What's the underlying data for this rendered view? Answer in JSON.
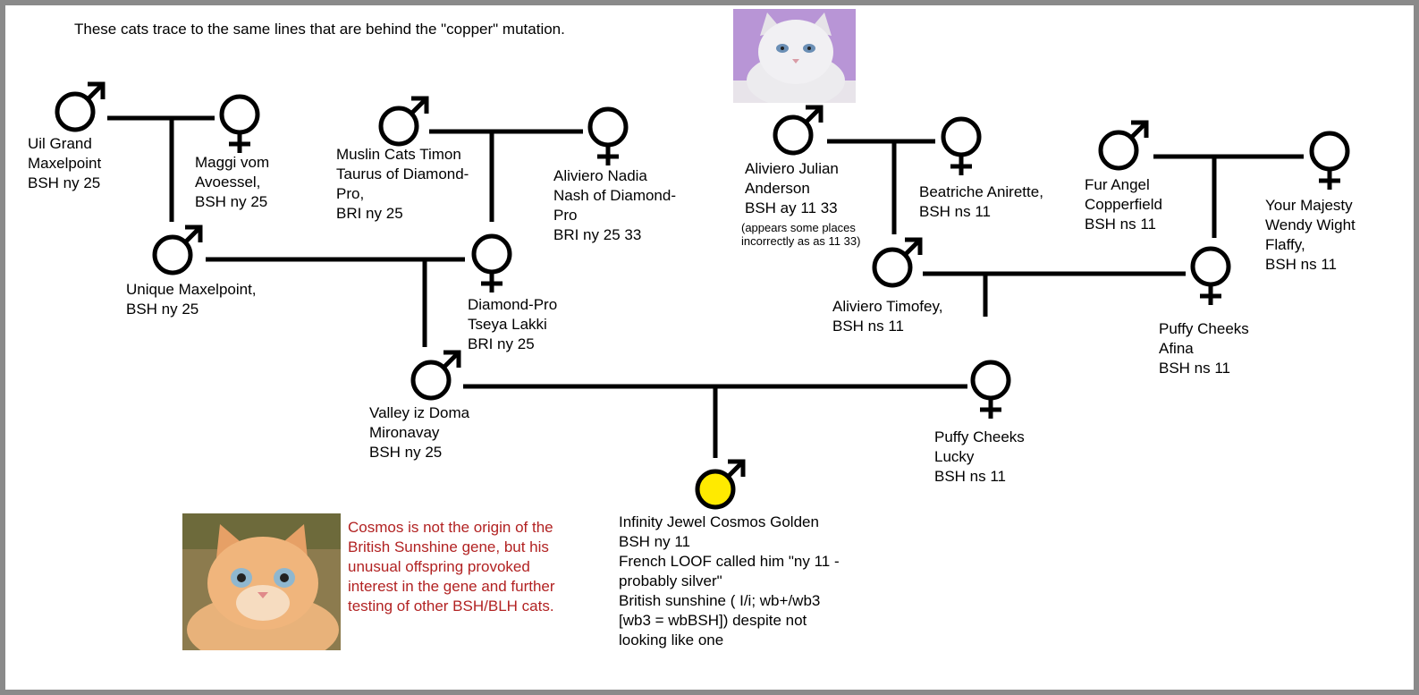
{
  "note": {
    "lines": [
      "These cats trace to the",
      "same lines that are behind",
      "the \"copper\" mutation."
    ]
  },
  "cats": {
    "uil": {
      "lines": [
        "Uil Grand",
        "Maxelpoint",
        "BSH ny 25"
      ]
    },
    "maggi": {
      "lines": [
        "Maggi vom",
        "Avoessel,",
        "BSH ny 25"
      ]
    },
    "unique": {
      "lines": [
        "Unique Maxelpoint,",
        "BSH ny 25"
      ]
    },
    "timon": {
      "lines": [
        "Muslin Cats Timon",
        "Taurus of Diamond-",
        "Pro,",
        "BRI ny 25"
      ]
    },
    "nadia": {
      "lines": [
        "Aliviero Nadia",
        "Nash of Diamond-",
        "Pro",
        "BRI ny 25 33"
      ]
    },
    "tseya": {
      "lines": [
        "Diamond-Pro",
        "Tseya Lakki",
        "BRI ny 25"
      ]
    },
    "valley": {
      "lines": [
        "Valley iz Doma",
        "Mironavay",
        "BSH ny 25"
      ]
    },
    "julian": {
      "lines": [
        "Aliviero Julian",
        "Anderson",
        "BSH ay 11 33"
      ]
    },
    "julian_note": {
      "lines": [
        "(appears some places",
        "incorrectly as as 11 33)"
      ]
    },
    "beatriche": {
      "lines": [
        "Beatriche Anirette,",
        "BSH ns 11"
      ]
    },
    "timofey": {
      "lines": [
        "Aliviero Timofey,",
        "BSH ns 11"
      ]
    },
    "fur": {
      "lines": [
        "Fur Angel",
        "Copperfield",
        "BSH ns 11"
      ]
    },
    "wendy": {
      "lines": [
        "Your Majesty",
        "Wendy Wight",
        "Flaffy,",
        "BSH ns 11"
      ]
    },
    "afina": {
      "lines": [
        "Puffy Cheeks",
        "Afina",
        "BSH ns 11"
      ]
    },
    "lucky": {
      "lines": [
        "Puffy Cheeks",
        "Lucky",
        "BSH ns 11"
      ]
    },
    "cosmos": {
      "lines": [
        "Infinity Jewel Cosmos Golden",
        "BSH ny 11",
        "French LOOF called him \"ny 11 -",
        "probably silver\"",
        "British sunshine ( I/i; wb+/wb3",
        "[wb3 = wbBSH]) despite not",
        "looking like one"
      ]
    }
  },
  "cosmos_caption": {
    "lines": [
      "Cosmos is not the origin of the",
      "British Sunshine gene, but his",
      "unusual offspring provoked",
      "interest in the gene and further",
      "testing of other BSH/BLH cats."
    ]
  },
  "colors": {
    "line": "#000000",
    "highlight": "#ffea00",
    "caption": "#b22222",
    "border": "#8a8a8a"
  },
  "icons": {
    "male": "male-symbol-icon",
    "female": "female-symbol-icon"
  }
}
